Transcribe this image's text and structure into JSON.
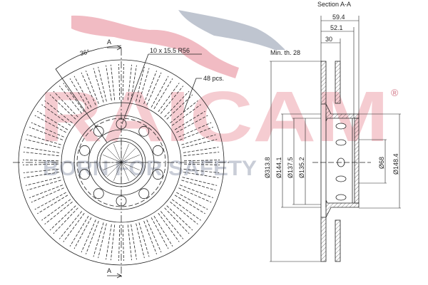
{
  "watermark": {
    "brand": "RAICAM",
    "slogan": "BORN FOR SAFETY",
    "registered": "®",
    "brand_color": "#f0b4bd",
    "slogan_color": "#b9bfcc"
  },
  "front_view": {
    "section_marker_top": "A",
    "section_marker_bottom": "A",
    "angle_label": "36°",
    "bolt_holes_label": "10 x 15.5 R56",
    "vanes_label": "48 pcs."
  },
  "section_view": {
    "title": "Section A-A",
    "min_thickness": "Min. th. 28",
    "dim_total_height": "59.4",
    "dim_hat_height": "52.1",
    "dim_thickness": "30",
    "dim_outer_diameter": "Ø313.8",
    "dim_d1": "Ø144.1",
    "dim_d2": "Ø137.5",
    "dim_d3": "Ø135.2",
    "dim_center_bore": "Ø68",
    "dim_hat_diameter": "Ø148.4"
  }
}
